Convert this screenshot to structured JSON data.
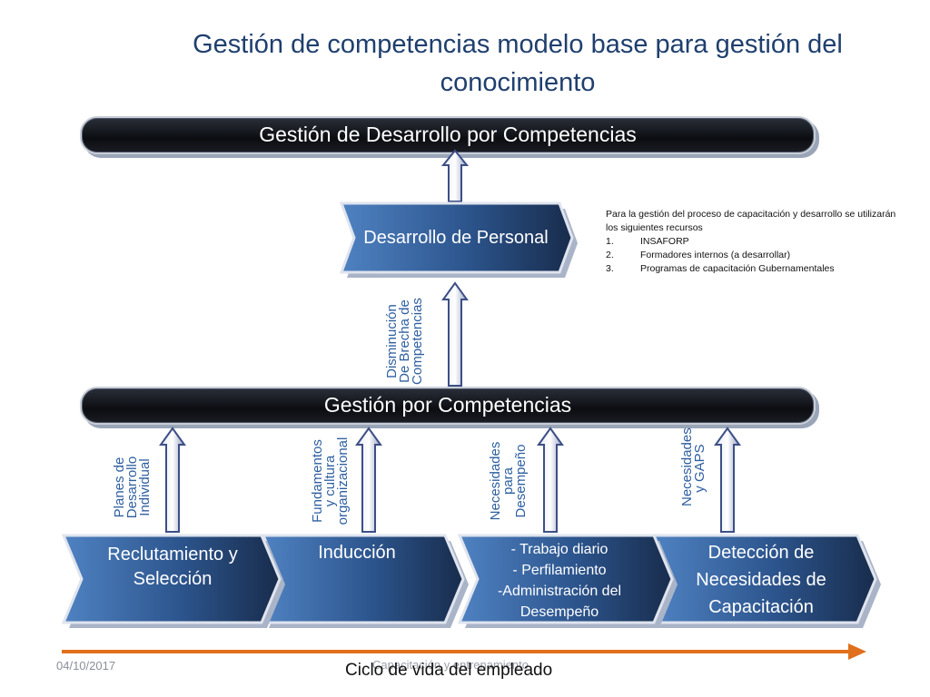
{
  "title": "Gestión de competencias modelo base para gestión del conocimiento",
  "bars": {
    "top": "Gestión de Desarrollo por Competencias",
    "middle": "Gestión por Competencias"
  },
  "development_box": "Desarrollo de Personal",
  "vertical_labels": {
    "brecha": [
      "Disminución",
      "De  Brecha de",
      "Competencias"
    ],
    "planes": [
      "Planes de",
      "Desarrollo",
      "Individual"
    ],
    "fundamentos": [
      "Fundamentos",
      "y cultura",
      "organizacional"
    ],
    "necesidades_desempeno": [
      "Necesidades",
      "para",
      "Desempeño"
    ],
    "necesidades_gaps": [
      "Necesidades",
      "y GAPS"
    ]
  },
  "stages": [
    {
      "label": "Reclutamiento y Selección"
    },
    {
      "label": "Inducción"
    },
    {
      "lines": [
        "- Trabajo diario",
        "- Perfilamiento",
        "-Administración del Desempeño"
      ]
    },
    {
      "label": "Detección de Necesidades de Capacitación"
    }
  ],
  "note": {
    "intro": "Para la gestión del proceso de capacitación y desarrollo se utilizarán los siguientes recursos",
    "items": [
      {
        "num": "1.",
        "text": "INSAFORP"
      },
      {
        "num": "2.",
        "text": "Formadores internos (a desarrollar)"
      },
      {
        "num": "3.",
        "text": "Programas de capacitación Gubernamentales"
      }
    ]
  },
  "timeline_label": "Ciclo de vida del empleado",
  "footer": {
    "date": "04/10/2017",
    "center": "Capacitación y entrenamiento"
  },
  "colors": {
    "title": "#1f3f6e",
    "label_blue": "#2e5fa0",
    "timeline": "#e0701c",
    "chevron_dark": "#1b3357",
    "chevron_light": "#4a7ab8"
  }
}
